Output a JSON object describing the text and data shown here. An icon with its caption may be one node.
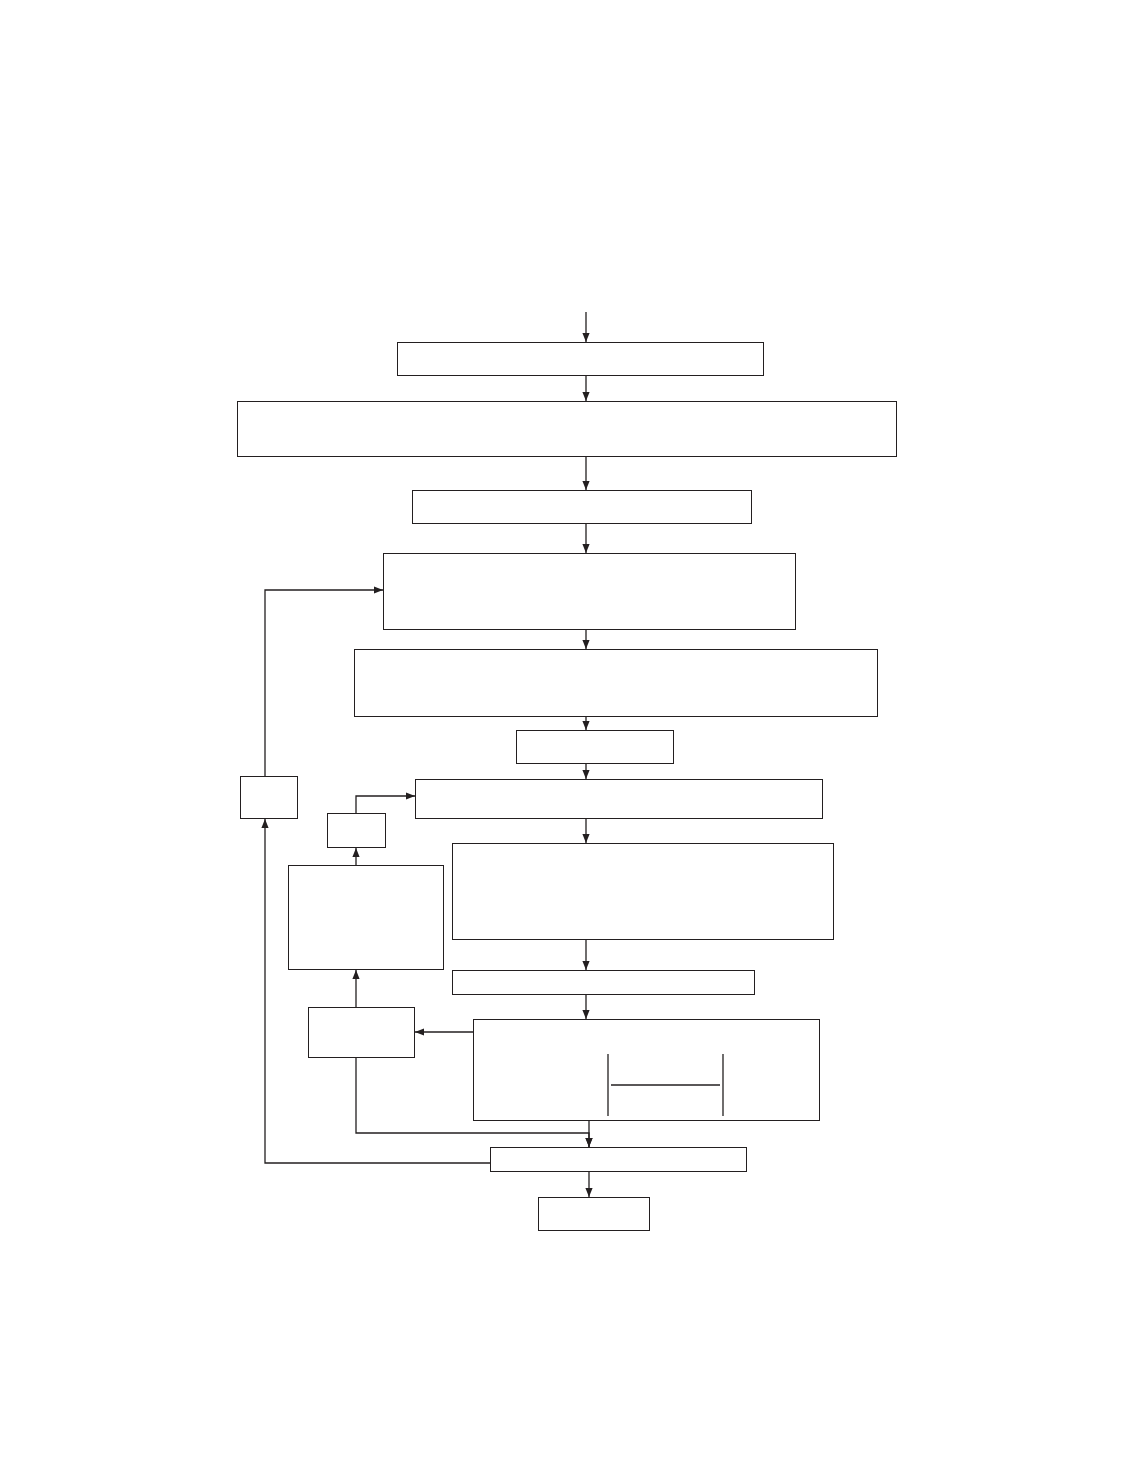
{
  "diagram": {
    "nodes": [
      {
        "text": [],
        "shape": "box"
      },
      {
        "text": [],
        "shape": "box"
      },
      {
        "text": [],
        "shape": "box"
      },
      {
        "text": [],
        "shape": "box"
      },
      {
        "text": [],
        "shape": "box"
      },
      {
        "text": [],
        "shape": "box"
      },
      {
        "text": [],
        "shape": "box"
      },
      {
        "text": [],
        "shape": "box"
      },
      {
        "text": [],
        "shape": "box"
      },
      {
        "text": [],
        "shape": "box"
      },
      {
        "text": [],
        "shape": "box"
      },
      {
        "text": [],
        "shape": "box"
      },
      {
        "text": [],
        "shape": "box"
      },
      {
        "text": [],
        "shape": "box"
      },
      {
        "text": [],
        "shape": "box"
      },
      {
        "text": [],
        "shape": "box"
      }
    ],
    "edges": [
      {
        "from": null,
        "to": 0,
        "arrow": "to"
      },
      {
        "from": 0,
        "to": 1,
        "arrow": "to"
      },
      {
        "from": 1,
        "to": 2,
        "arrow": "to"
      },
      {
        "from": 2,
        "to": 3,
        "arrow": "to"
      },
      {
        "from": 3,
        "to": 4,
        "arrow": "to"
      },
      {
        "from": 4,
        "to": 5,
        "arrow": "to"
      },
      {
        "from": 5,
        "to": 7,
        "arrow": "to"
      },
      {
        "from": 7,
        "to": 9,
        "arrow": "to"
      },
      {
        "from": 9,
        "to": 11,
        "arrow": "to"
      },
      {
        "from": 11,
        "to": 13,
        "arrow": "to"
      },
      {
        "from": 13,
        "to": 12,
        "arrow": "to"
      },
      {
        "from": 12,
        "to": 10,
        "arrow": "to"
      },
      {
        "from": 10,
        "to": 8,
        "arrow": "to"
      },
      {
        "from": 8,
        "to": 7,
        "arrow": "to"
      },
      {
        "from": 12,
        "to": 14,
        "arrow": "to"
      },
      {
        "from": 13,
        "to": 14,
        "arrow": "to"
      },
      {
        "from": 14,
        "to": 6,
        "arrow": "to"
      },
      {
        "from": 6,
        "to": 3,
        "arrow": "to"
      },
      {
        "from": 14,
        "to": 15,
        "arrow": "to"
      }
    ]
  }
}
